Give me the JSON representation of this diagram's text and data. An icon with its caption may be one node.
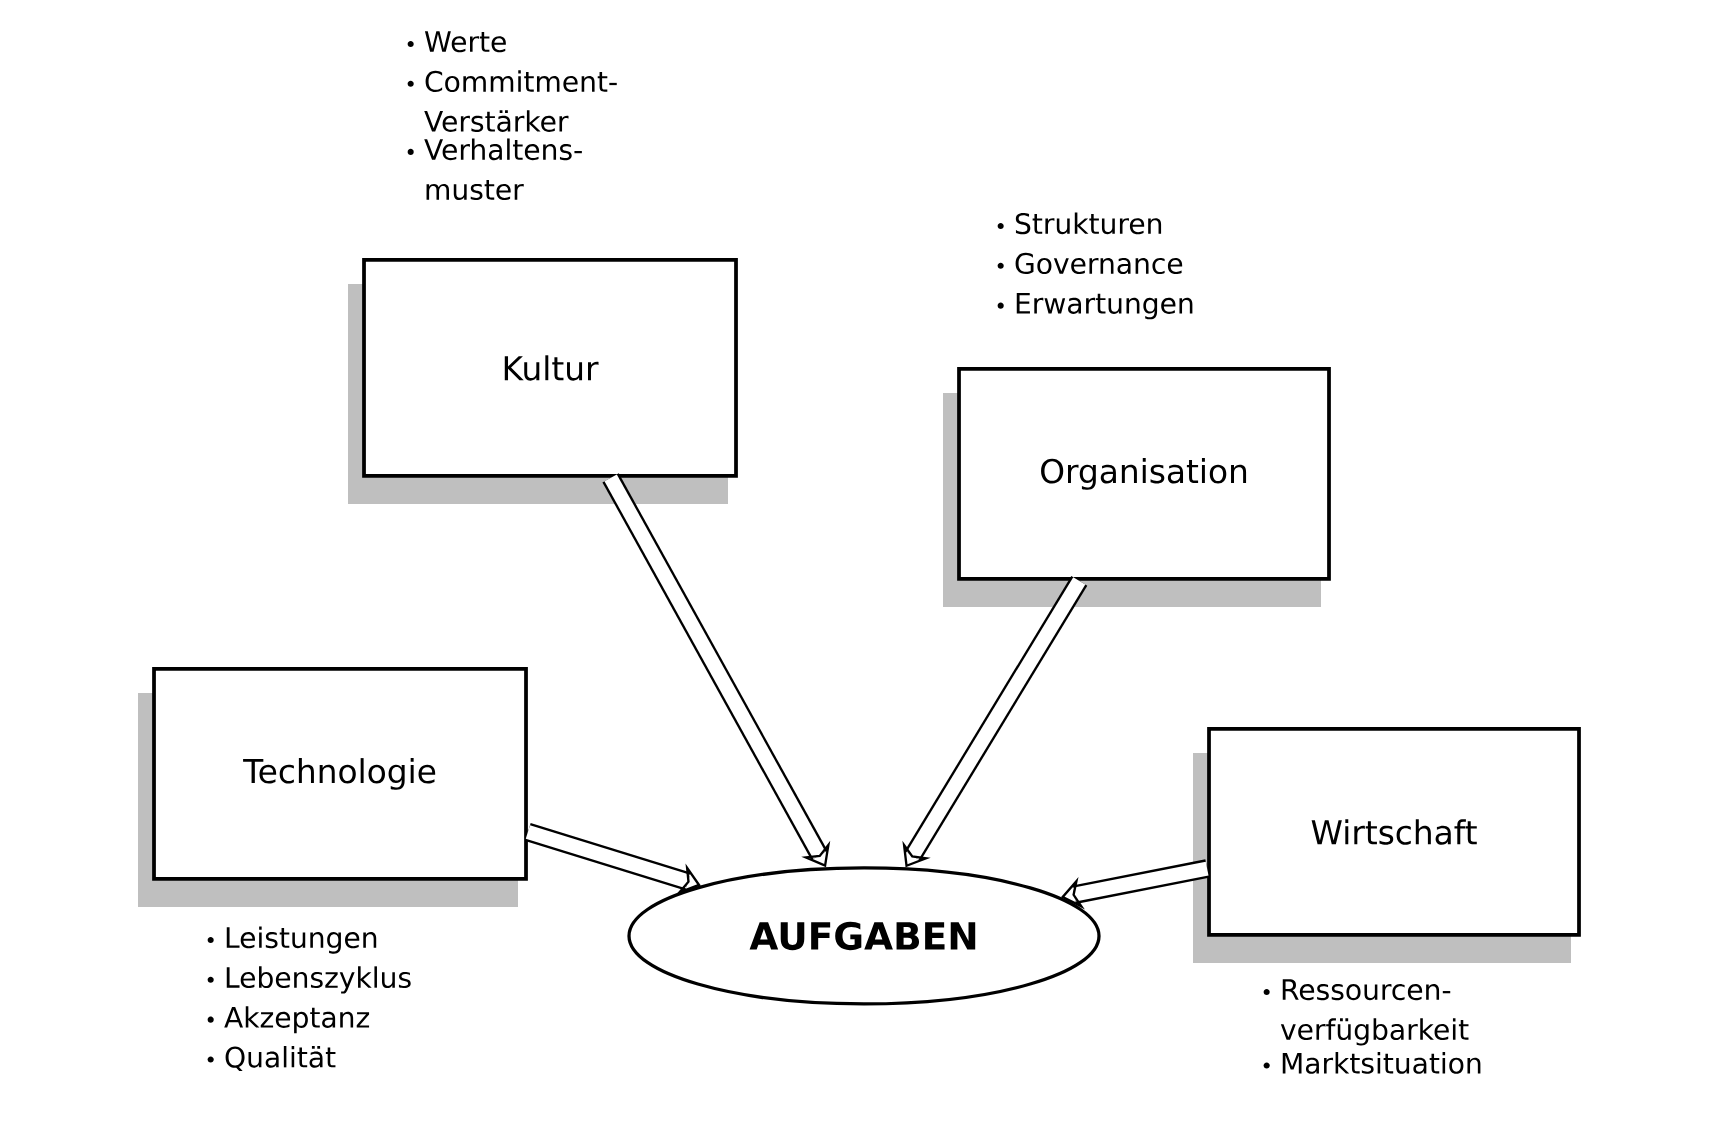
{
  "diagram": {
    "nodes": [
      {
        "text": [
          "Kultur"
        ],
        "beside": [
          "Werte",
          "Commitment- Verstärker",
          "Verhaltens- muster"
        ]
      },
      {
        "text": [
          "Organisation"
        ],
        "beside": [
          "Strukturen",
          "Governance",
          "Erwartungen"
        ]
      },
      {
        "text": [
          "Technologie"
        ],
        "beside": [
          "Leistungen",
          "Lebenszyklus",
          "Akzeptanz",
          "Qualität"
        ]
      },
      {
        "text": [
          "Wirtschaft"
        ],
        "beside": [
          "Ressourcen- verfügbarkeit",
          "Marktsituation"
        ]
      },
      {
        "text": [
          "AUFGABEN"
        ]
      }
    ],
    "edges": [
      {
        "from": 0,
        "to": 4,
        "arrow": "to"
      },
      {
        "from": 1,
        "to": 4,
        "arrow": "to"
      },
      {
        "from": 2,
        "to": 4,
        "arrow": "to"
      },
      {
        "from": 3,
        "to": 4,
        "arrow": "to"
      }
    ]
  }
}
